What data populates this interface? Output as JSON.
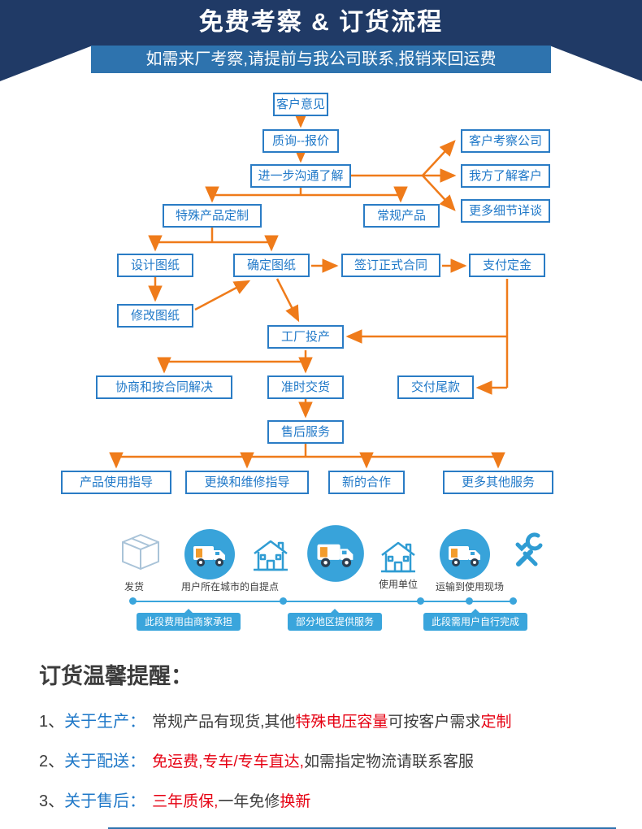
{
  "header": {
    "title": "免费考察 & 订货流程",
    "subtitle": "如需来厂考察,请提前与我公司联系,报销来回运费"
  },
  "colors": {
    "navy": "#203a66",
    "blue_bar": "#2e73ae",
    "box_blue": "#2a7cc5",
    "arrow_orange": "#ef7b1a",
    "timeline_blue": "#3aa5dc",
    "red": "#e60012"
  },
  "flow": {
    "nodes": [
      {
        "label": "客户意见"
      },
      {
        "label": "质询--报价"
      },
      {
        "label": "进一步沟通了解"
      },
      {
        "label": "客户考察公司"
      },
      {
        "label": "我方了解客户"
      },
      {
        "label": "更多细节详谈"
      },
      {
        "label": "特殊产品定制"
      },
      {
        "label": "常规产品"
      },
      {
        "label": "设计图纸"
      },
      {
        "label": "确定图纸"
      },
      {
        "label": "签订正式合同"
      },
      {
        "label": "支付定金"
      },
      {
        "label": "修改图纸"
      },
      {
        "label": "工厂投产"
      },
      {
        "label": "协商和按合同解决"
      },
      {
        "label": "准时交货"
      },
      {
        "label": "交付尾款"
      },
      {
        "label": "售后服务"
      },
      {
        "label": "产品使用指导"
      },
      {
        "label": "更换和维修指导"
      },
      {
        "label": "新的合作"
      },
      {
        "label": "更多其他服务"
      }
    ],
    "edges": [
      [
        0,
        1
      ],
      [
        1,
        2
      ],
      [
        2,
        3
      ],
      [
        2,
        4
      ],
      [
        2,
        5
      ],
      [
        2,
        6
      ],
      [
        2,
        7
      ],
      [
        6,
        8
      ],
      [
        6,
        9
      ],
      [
        8,
        12
      ],
      [
        12,
        9
      ],
      [
        9,
        10
      ],
      [
        9,
        13
      ],
      [
        10,
        11
      ],
      [
        11,
        13
      ],
      [
        11,
        16
      ],
      [
        13,
        14
      ],
      [
        13,
        15
      ],
      [
        15,
        17
      ],
      [
        17,
        18
      ],
      [
        17,
        19
      ],
      [
        17,
        20
      ],
      [
        17,
        21
      ]
    ]
  },
  "logistics": {
    "icons": [
      "package-icon",
      "delivery-truck-icon",
      "pickup-house-icon",
      "delivery-truck-icon",
      "user-house-icon",
      "delivery-truck-icon",
      "tools-icon"
    ],
    "stop_labels": [
      "发货",
      "用户所在城市的自提点",
      "使用单位",
      "运输到使用现场"
    ],
    "tags": [
      "此段费用由商家承担",
      "部分地区提供服务",
      "此段需用户自行完成"
    ]
  },
  "reminder": {
    "title": "订货温馨提醒：",
    "items": [
      {
        "num": "1、",
        "label": "关于生产：",
        "segments": [
          {
            "t": "常规产品有现货,其他"
          },
          {
            "t": "特殊电压容量"
          },
          {
            "t": "可按客户需求"
          },
          {
            "t": "定制"
          }
        ]
      },
      {
        "num": "2、",
        "label": "关于配送：",
        "segments": [
          {
            "t": "免运费,专车/专车直达,"
          },
          {
            "t": "如需指定物流请联系客服"
          }
        ]
      },
      {
        "num": "3、",
        "label": "关于售后：",
        "segments": [
          {
            "t": "三年质保,"
          },
          {
            "t": "一年免修"
          },
          {
            "t": "换新"
          }
        ]
      }
    ]
  }
}
